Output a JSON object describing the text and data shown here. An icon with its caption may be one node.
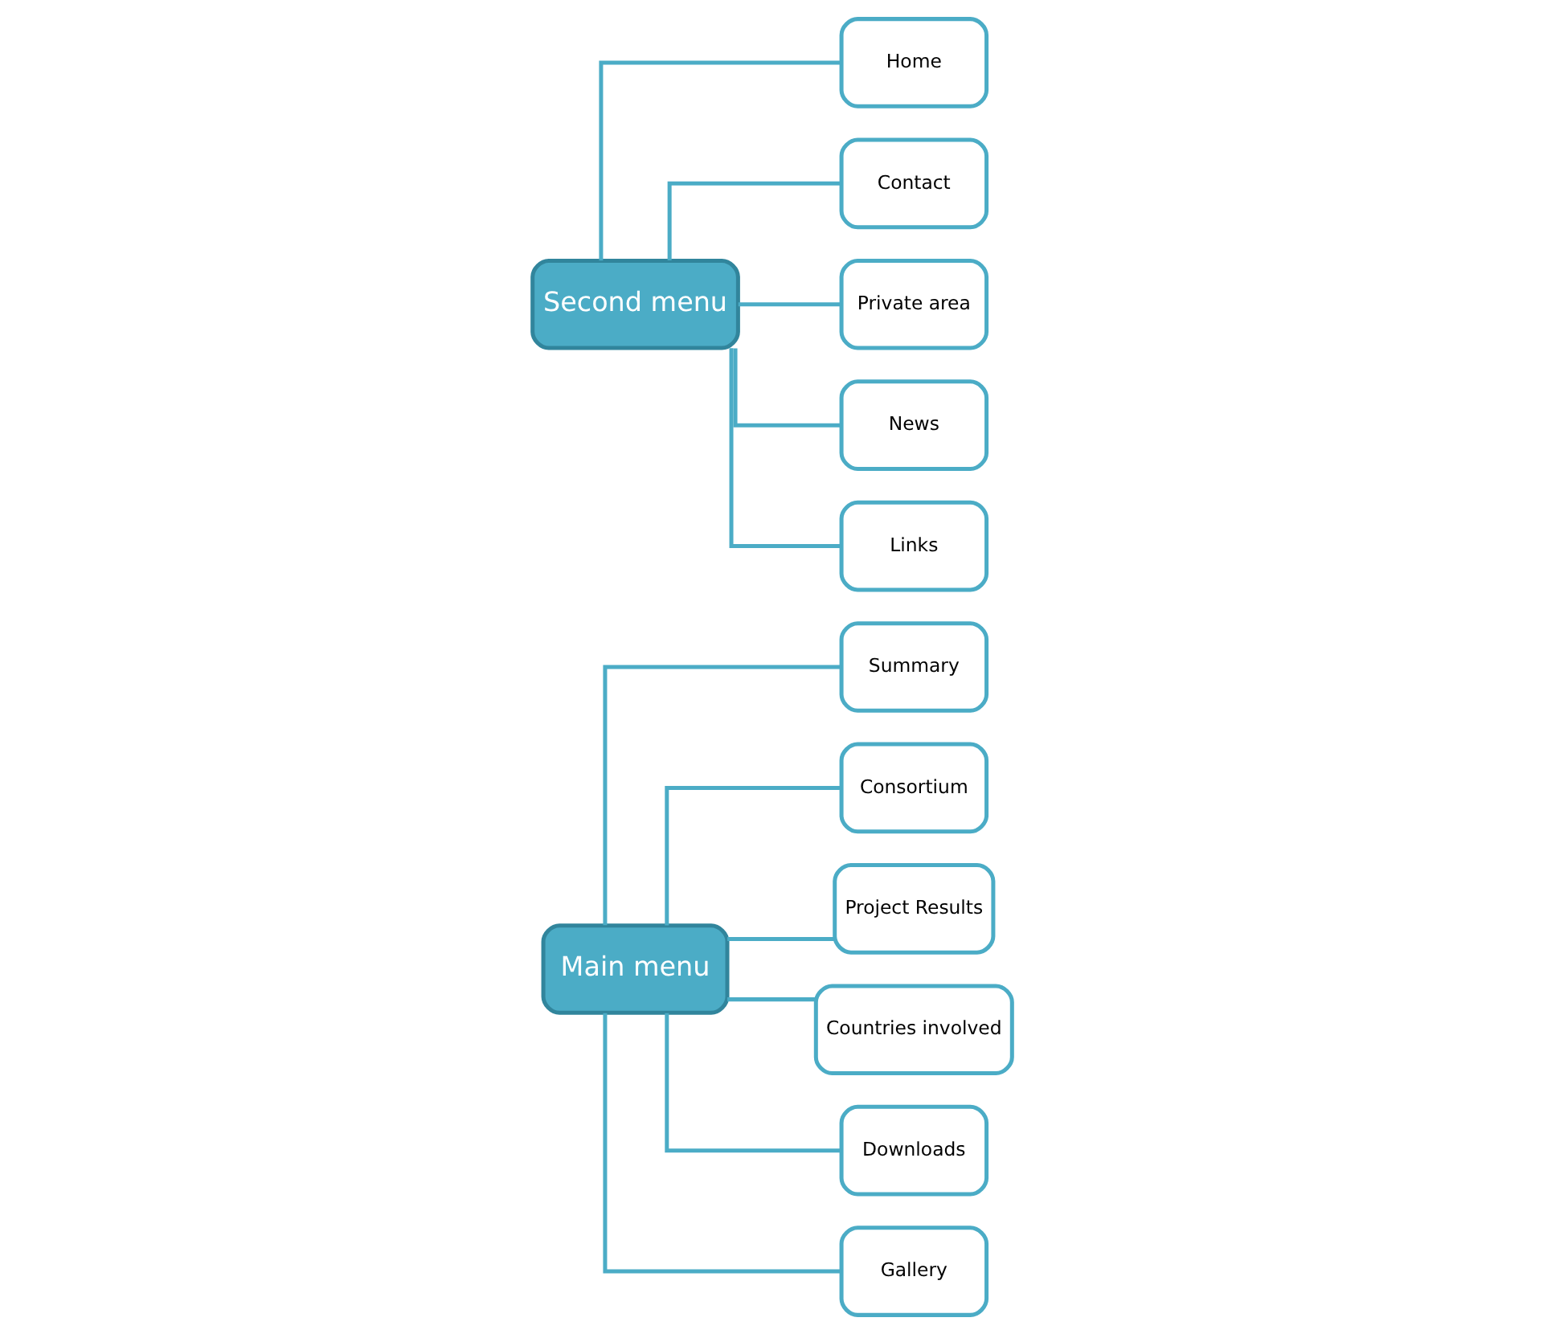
{
  "diagram": {
    "nodes": [
      {
        "text": [
          "Main menu"
        ]
      },
      {
        "text": [
          "Summary"
        ]
      },
      {
        "text": [
          "Consortium"
        ]
      },
      {
        "text": [
          "Project Results"
        ]
      },
      {
        "text": [
          "Countries involved"
        ]
      },
      {
        "text": [
          "Downloads"
        ]
      },
      {
        "text": [
          "Gallery"
        ]
      },
      {
        "text": [
          "Second menu"
        ]
      },
      {
        "text": [
          "Home"
        ]
      },
      {
        "text": [
          "Contact"
        ]
      },
      {
        "text": [
          "Private area"
        ]
      },
      {
        "text": [
          "News"
        ]
      },
      {
        "text": [
          "Links"
        ]
      }
    ],
    "edges": [
      {
        "from": 0,
        "to": 1,
        "arrow": "none"
      },
      {
        "from": 0,
        "to": 2,
        "arrow": "none"
      },
      {
        "from": 0,
        "to": 3,
        "arrow": "none"
      },
      {
        "from": 0,
        "to": 4,
        "arrow": "none"
      },
      {
        "from": 0,
        "to": 5,
        "arrow": "none"
      },
      {
        "from": 0,
        "to": 6,
        "arrow": "none"
      },
      {
        "from": 7,
        "to": 8,
        "arrow": "none"
      },
      {
        "from": 7,
        "to": 9,
        "arrow": "none"
      },
      {
        "from": 7,
        "to": 10,
        "arrow": "none"
      },
      {
        "from": 7,
        "to": 11,
        "arrow": "none"
      },
      {
        "from": 7,
        "to": 12,
        "arrow": "none"
      }
    ]
  }
}
